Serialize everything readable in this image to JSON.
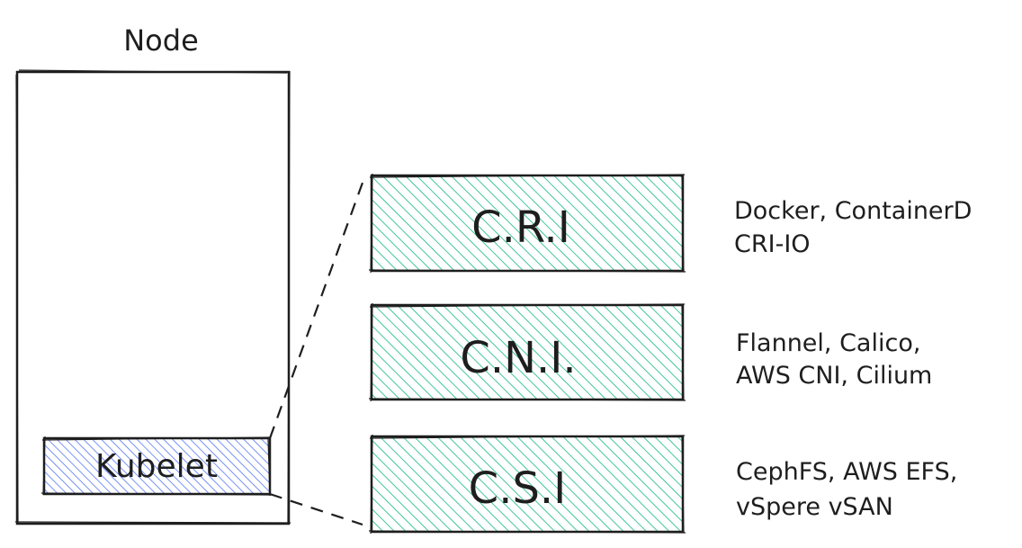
{
  "node": {
    "title": "Node",
    "kubelet_label": "Kubelet"
  },
  "interfaces": [
    {
      "label": "C.R.I",
      "examples": [
        "Docker, ContainerD",
        "CRI-IO"
      ]
    },
    {
      "label": "C.N.I.",
      "examples": [
        "Flannel, Calico,",
        "AWS CNI, Cilium"
      ]
    },
    {
      "label": "C.S.I",
      "examples": [
        "CephFS, AWS EFS,",
        "vSpere vSAN"
      ]
    }
  ],
  "colors": {
    "stroke": "#1e1e1e",
    "interface_fill": "#12b886",
    "kubelet_fill": "#4c6ef5",
    "background": "#ffffff"
  }
}
